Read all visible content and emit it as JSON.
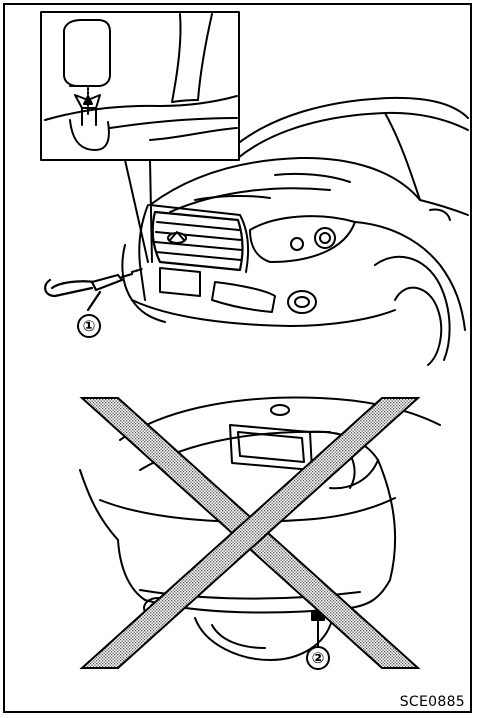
{
  "figure": {
    "code": "SCE0885",
    "callouts": [
      {
        "label": "①"
      },
      {
        "label": "②"
      }
    ]
  }
}
